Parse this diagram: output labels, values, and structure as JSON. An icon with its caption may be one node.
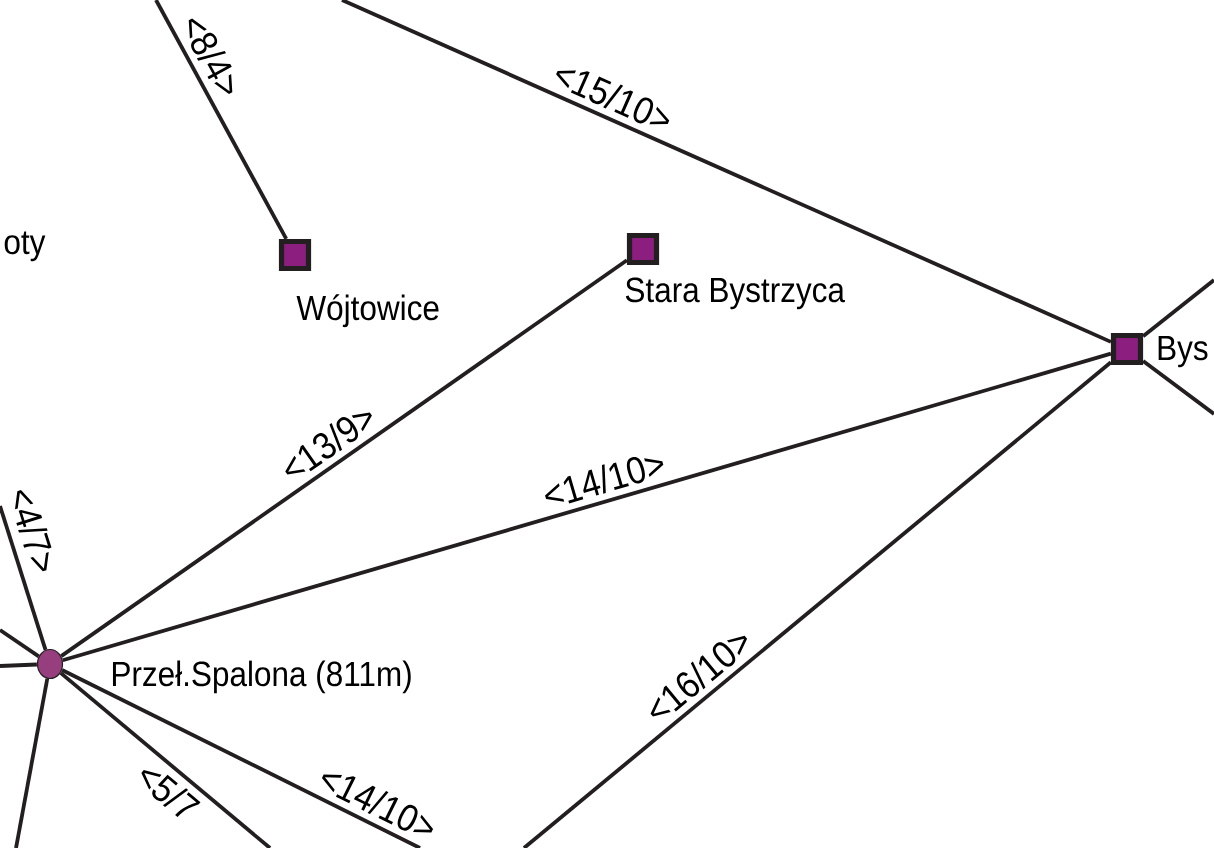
{
  "diagram": {
    "nodes": [
      {
        "text": [],
        "shape": "box",
        "beside": [
          "Wójtowice"
        ]
      },
      {
        "text": [],
        "shape": "box",
        "beside": [
          "Stara Bystrzyca"
        ]
      },
      {
        "text": [],
        "shape": "box",
        "beside": [
          "Bys"
        ]
      },
      {
        "text": [],
        "shape": "circle",
        "beside": [
          "Przeł.Spalona (811m)"
        ]
      }
    ],
    "edges": [
      {
        "from": null,
        "to": 0,
        "arrow": "none",
        "label": "<8/4>"
      },
      {
        "from": null,
        "to": 2,
        "arrow": "none",
        "label": "<15/10>"
      },
      {
        "from": 3,
        "to": 1,
        "arrow": "none",
        "label": "<13/9>"
      },
      {
        "from": 3,
        "to": 2,
        "arrow": "none",
        "label": "<14/10>"
      },
      {
        "from": 2,
        "to": null,
        "arrow": "none",
        "label": "<16/10>"
      },
      {
        "from": 2,
        "to": null,
        "arrow": "none"
      },
      {
        "from": 2,
        "to": null,
        "arrow": "none"
      },
      {
        "from": 3,
        "to": null,
        "arrow": "none",
        "label": "<14/10>"
      },
      {
        "from": 3,
        "to": null,
        "arrow": "none",
        "label": "<5/7"
      },
      {
        "from": 3,
        "to": null,
        "arrow": "none",
        "label": "<4/7>"
      },
      {
        "from": 3,
        "to": null,
        "arrow": "none"
      },
      {
        "from": 3,
        "to": null,
        "arrow": "none"
      },
      {
        "from": 3,
        "to": null,
        "arrow": "none"
      }
    ],
    "labels": [
      "oty"
    ]
  }
}
